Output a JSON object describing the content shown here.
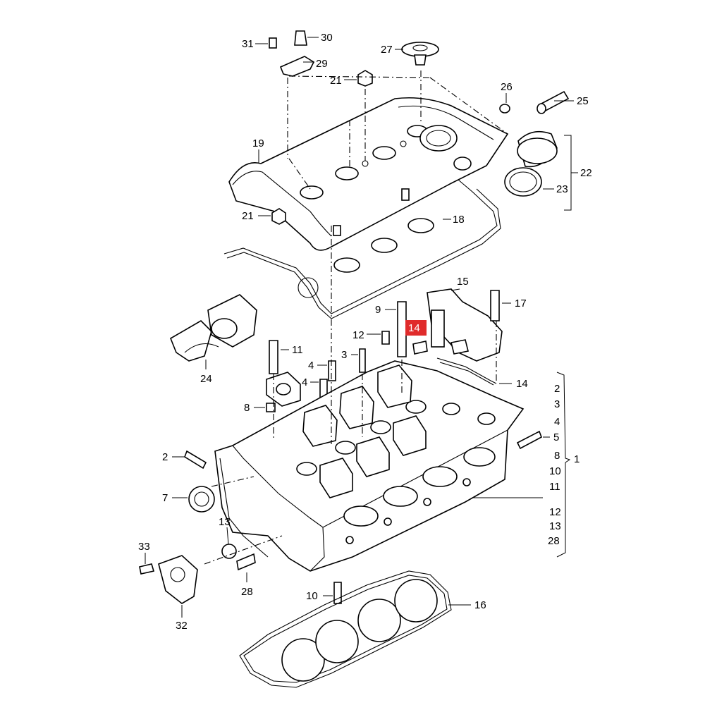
{
  "labels": {
    "l31": "31",
    "l30": "30",
    "l29": "29",
    "l27": "27",
    "l21a": "21",
    "l26": "26",
    "l25": "25",
    "l19": "19",
    "l22": "22",
    "l23": "23",
    "l21b": "21",
    "l18": "18",
    "l15": "15",
    "l17": "17",
    "l9": "9",
    "l14a": "14",
    "l12": "12",
    "l11": "11",
    "l3": "3",
    "l4a": "4",
    "l4b": "4",
    "l8": "8",
    "l24": "24",
    "l14b": "14",
    "l2a": "2",
    "l7": "7",
    "l13": "13",
    "l33": "33",
    "l28": "28",
    "l10": "10",
    "l32": "32",
    "l16": "16",
    "l1": "1"
  },
  "bracket_group": {
    "items": [
      "2",
      "3",
      "4",
      "5",
      "8",
      "10",
      "11",
      "12",
      "13",
      "28"
    ],
    "parent": "1"
  },
  "highlight": {
    "part": "14",
    "color": "#e02b2b"
  }
}
